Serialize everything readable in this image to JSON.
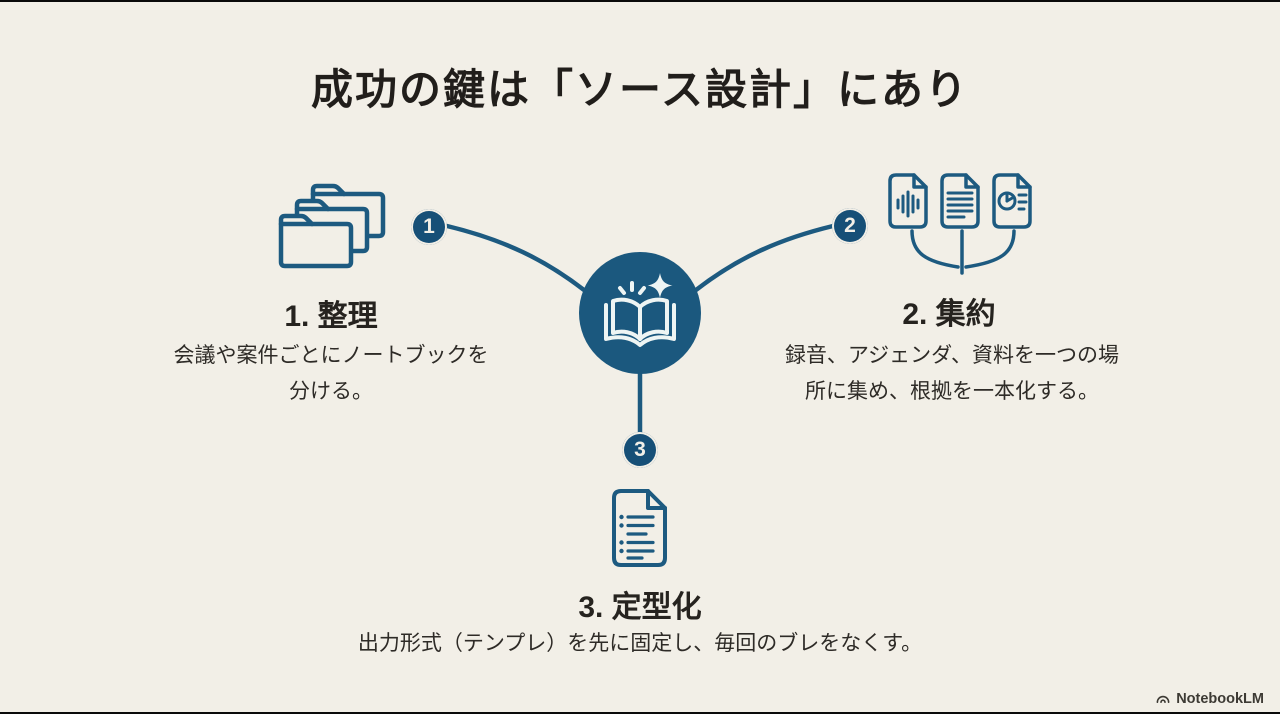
{
  "slide": {
    "title": "成功の鍵は「ソース設計」にあり",
    "colors": {
      "background": "#f2efe7",
      "accent_blue": "#1d5a80",
      "center_circle_fill": "#1b587e",
      "badge_fill": "#164f77",
      "title_text": "#211e1b",
      "body_text": "#2e2b27"
    },
    "center": {
      "icon": "open-book-sparkle-icon"
    },
    "steps": [
      {
        "number": "1",
        "heading": "1. 整理",
        "description": "会議や案件ごとにノートブックを分ける。",
        "icon": "folder-stack-icon"
      },
      {
        "number": "2",
        "heading": "2. 集約",
        "description": "録音、アジェンダ、資料を一つの場所に集め、根拠を一本化する。",
        "icon": "source-documents-icon"
      },
      {
        "number": "3",
        "heading": "3. 定型化",
        "description": "出力形式（テンプレ）を先に固定し、毎回のブレをなくす。",
        "icon": "template-document-icon"
      }
    ],
    "footer": {
      "brand": "NotebookLM",
      "icon": "notebooklm-logo-icon"
    }
  }
}
